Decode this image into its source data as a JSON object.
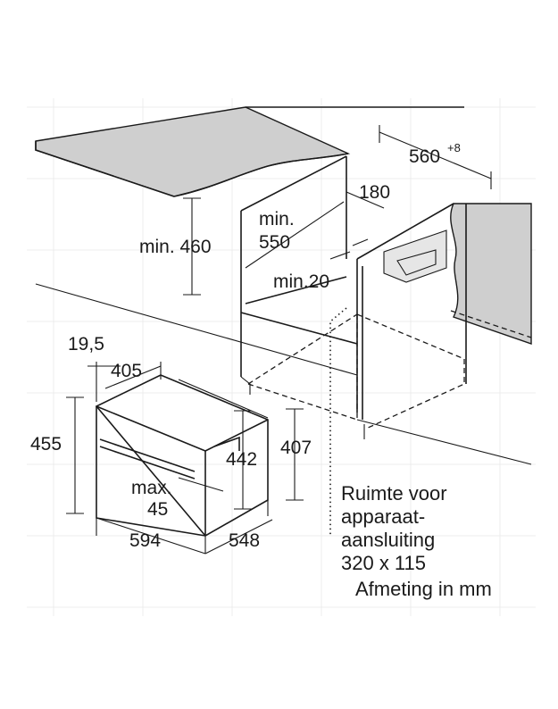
{
  "dimensions": {
    "depth_cabinet": "560",
    "depth_tolerance": "+8",
    "niche_width": "180",
    "min_height": "min. 460",
    "min_depth_line1": "min.",
    "min_depth_line2": "550",
    "min_gap": "min.20",
    "front_offset": "19,5",
    "inner_depth": "405",
    "total_height": "455",
    "inner_height": "442",
    "niche_height": "407",
    "handle_line1": "max.",
    "handle_line2": "45",
    "width": "594",
    "depth": "548"
  },
  "notes": {
    "line1": "Ruimte voor",
    "line2": "apparaat-",
    "line3": "aansluiting",
    "line4": "320 x 115",
    "unit": "Afmeting in mm"
  }
}
